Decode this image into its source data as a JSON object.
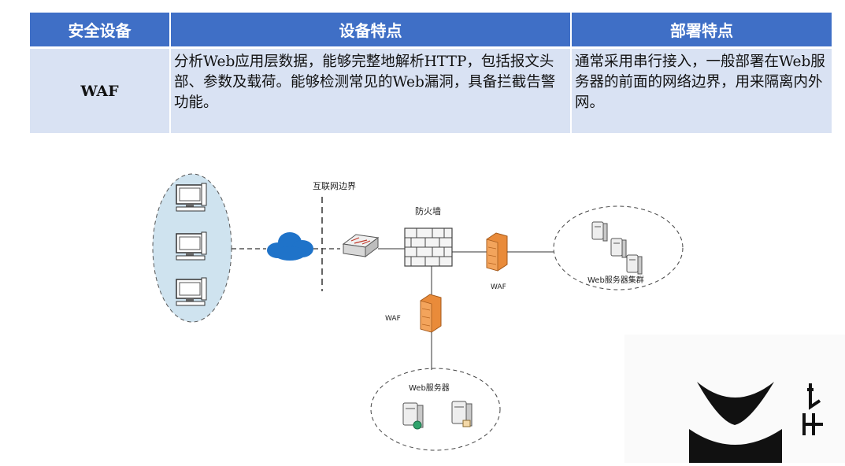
{
  "table": {
    "headers": [
      "安全设备",
      "设备特点",
      "部署特点"
    ],
    "row": {
      "device": "WAF",
      "features": "分析Web应用层数据，能够完整地解析HTTP，包括报文头部、参数及载荷。能够检测常见的Web漏洞，具备拦截告警功能。",
      "deployment": "通常采用串行接入，一般部署在Web服务器的前面的网络边界，用来隔离内外网。"
    }
  },
  "diagram": {
    "internet_boundary_label": "互联网边界",
    "firewall_label": "防火墙",
    "waf_label_right": "WAF",
    "waf_label_bottom": "WAF",
    "cluster_label": "Web服务器集群",
    "web_server_label": "Web服务器"
  },
  "colors": {
    "header_bg": "#3f6fc6",
    "cell_bg": "#d9e2f3",
    "client_group_bg": "#cfe3ef",
    "cloud": "#1f73c9",
    "waf_orange": "#e98b3a"
  }
}
